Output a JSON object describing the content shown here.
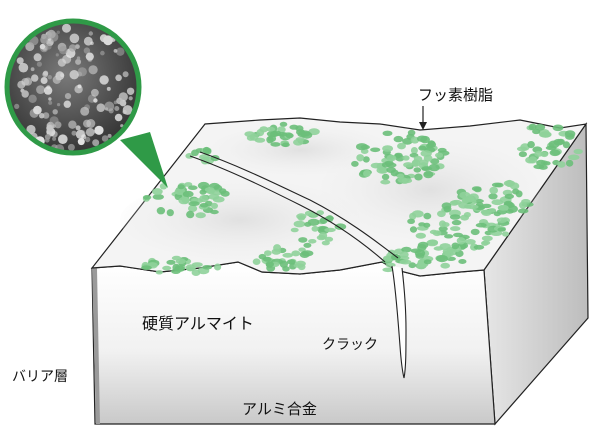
{
  "labels": {
    "fluorine_resin": "フッ素樹脂",
    "hard_anodize": "硬質アルマイト",
    "crack": "クラック",
    "barrier_layer": "バリア層",
    "aluminum_alloy": "アルミ合金"
  },
  "colors": {
    "particle": "#8fd19a",
    "particle_dark": "#6cbf7a",
    "inset_border": "#2f9a47",
    "line": "#222222",
    "surface_light": "#f4f4f4",
    "surface_shadow": "#dcdcdc"
  },
  "icons": {
    "inset": "sem-micrograph"
  }
}
